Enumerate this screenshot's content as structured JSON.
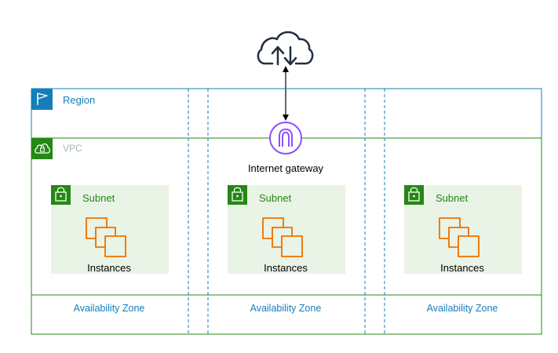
{
  "internet": {
    "icon": "cloud-upload-download-icon"
  },
  "region": {
    "label": "Region",
    "icon": "flag-icon",
    "color": "#147EBA"
  },
  "vpc": {
    "label": "VPC",
    "icon": "cloud-icon",
    "color": "#248814",
    "label_color": "#AAB7B8"
  },
  "gateway": {
    "label": "Internet gateway",
    "icon": "internet-gateway-icon",
    "color": "#8C4FFF"
  },
  "subnets": [
    {
      "label": "Subnet",
      "instances_label": "Instances"
    },
    {
      "label": "Subnet",
      "instances_label": "Instances"
    },
    {
      "label": "Subnet",
      "instances_label": "Instances"
    }
  ],
  "zones": [
    {
      "label": "Availability Zone"
    },
    {
      "label": "Availability Zone"
    },
    {
      "label": "Availability Zone"
    }
  ],
  "colors": {
    "subnet_fill": "#E9F3E6",
    "instance_orange": "#ED7100",
    "zone_text": "#147EBA",
    "zone_dash": "#147EBA"
  }
}
